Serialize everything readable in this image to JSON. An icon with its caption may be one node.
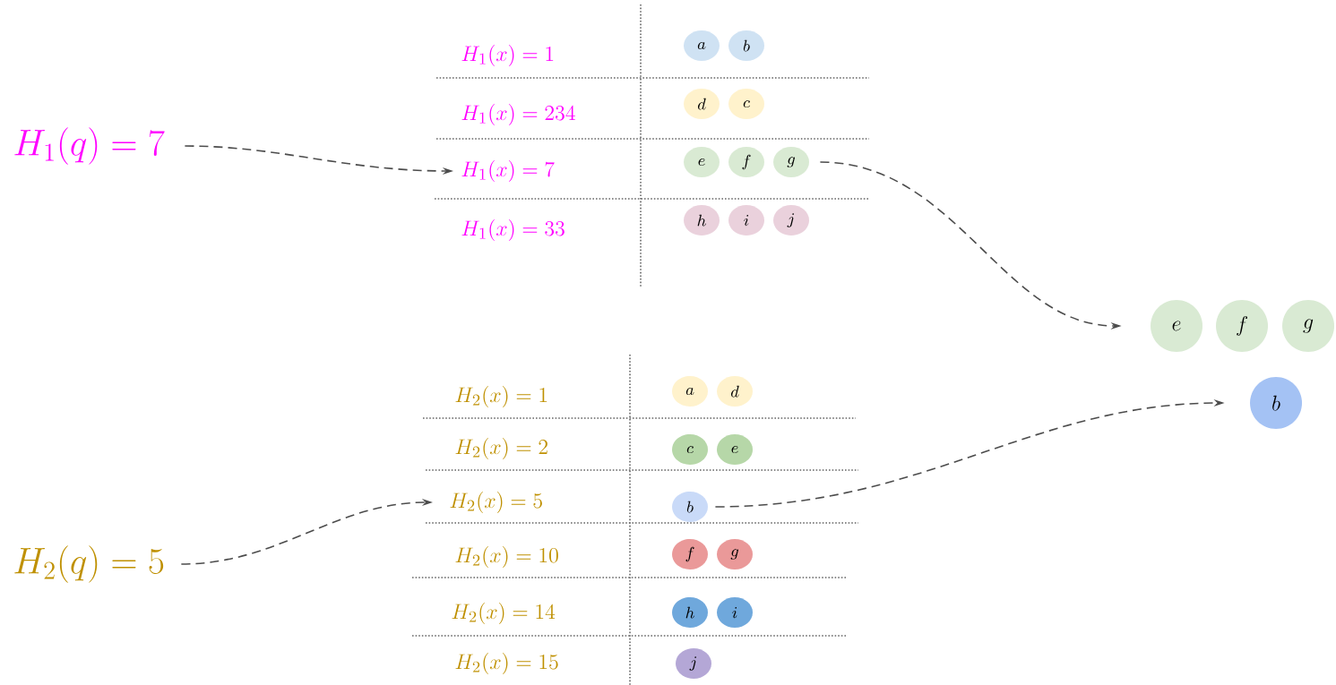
{
  "diagram": {
    "nodes": [
      {
        "text": [
          "H_1(q) = 7"
        ]
      },
      {
        "text": [
          "H_1(x) = 1"
        ]
      },
      {
        "text": [
          "H_1(x) = 234"
        ]
      },
      {
        "text": [
          "H_1(x) = 7"
        ]
      },
      {
        "text": [
          "H_1(x) = 33"
        ]
      },
      {
        "text": [
          "a"
        ]
      },
      {
        "text": [
          "b"
        ]
      },
      {
        "text": [
          "d"
        ]
      },
      {
        "text": [
          "c"
        ]
      },
      {
        "text": [
          "e"
        ]
      },
      {
        "text": [
          "f"
        ]
      },
      {
        "text": [
          "g"
        ]
      },
      {
        "text": [
          "h"
        ]
      },
      {
        "text": [
          "i"
        ]
      },
      {
        "text": [
          "j"
        ]
      },
      {
        "text": [
          "e"
        ]
      },
      {
        "text": [
          "f"
        ]
      },
      {
        "text": [
          "g"
        ]
      },
      {
        "text": [
          "b"
        ]
      },
      {
        "text": [
          "H_2(q) = 5"
        ]
      },
      {
        "text": [
          "H_2(x) = 1"
        ]
      },
      {
        "text": [
          "H_2(x) = 2"
        ]
      },
      {
        "text": [
          "H_2(x) = 5"
        ]
      },
      {
        "text": [
          "H_2(x) = 10"
        ]
      },
      {
        "text": [
          "H_2(x) = 14"
        ]
      },
      {
        "text": [
          "H_2(x) = 15"
        ]
      },
      {
        "text": [
          "a"
        ]
      },
      {
        "text": [
          "d"
        ]
      },
      {
        "text": [
          "c"
        ]
      },
      {
        "text": [
          "e"
        ]
      },
      {
        "text": [
          "b"
        ]
      },
      {
        "text": [
          "f"
        ]
      },
      {
        "text": [
          "g"
        ]
      },
      {
        "text": [
          "h"
        ]
      },
      {
        "text": [
          "i"
        ]
      },
      {
        "text": [
          "j"
        ]
      }
    ],
    "edges": [
      {
        "from": 0,
        "to": 3,
        "arrow": "to",
        "style": "dashed"
      },
      {
        "from": 11,
        "to": 15,
        "arrow": "to",
        "style": "dashed"
      },
      {
        "from": 19,
        "to": 22,
        "arrow": "to",
        "style": "dashed"
      },
      {
        "from": 30,
        "to": 18,
        "arrow": "to",
        "style": "dashed"
      }
    ]
  }
}
